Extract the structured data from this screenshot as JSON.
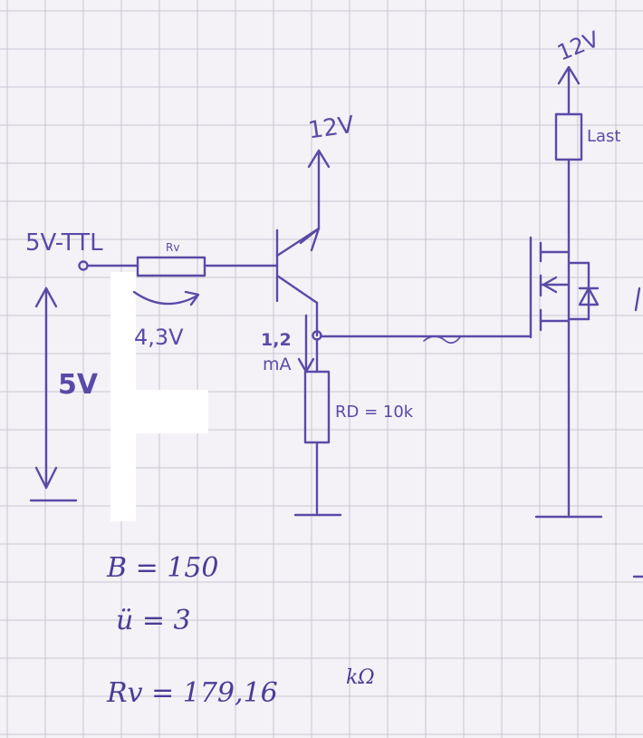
{
  "supply": {
    "mosfet_supply": "12V",
    "transistor_supply": "12V"
  },
  "input": {
    "label": "5V-TTL",
    "voltage_arrow": "5V"
  },
  "resistors": {
    "rv_symbol": "Rv",
    "rv_drop": "4,3V",
    "rd_label": "RD = 10k"
  },
  "load": {
    "label": "Last"
  },
  "current": {
    "value": "1,2",
    "unit": "mA"
  },
  "calculation": {
    "line1": "B = 150",
    "line2": "ü = 3",
    "line3_main": "Rv = 179,16",
    "line3_unit": "kΩ"
  },
  "colors": {
    "ink": "#5a4aa8",
    "paper": "#f4f2f6",
    "grid": "#c9c6d2"
  }
}
